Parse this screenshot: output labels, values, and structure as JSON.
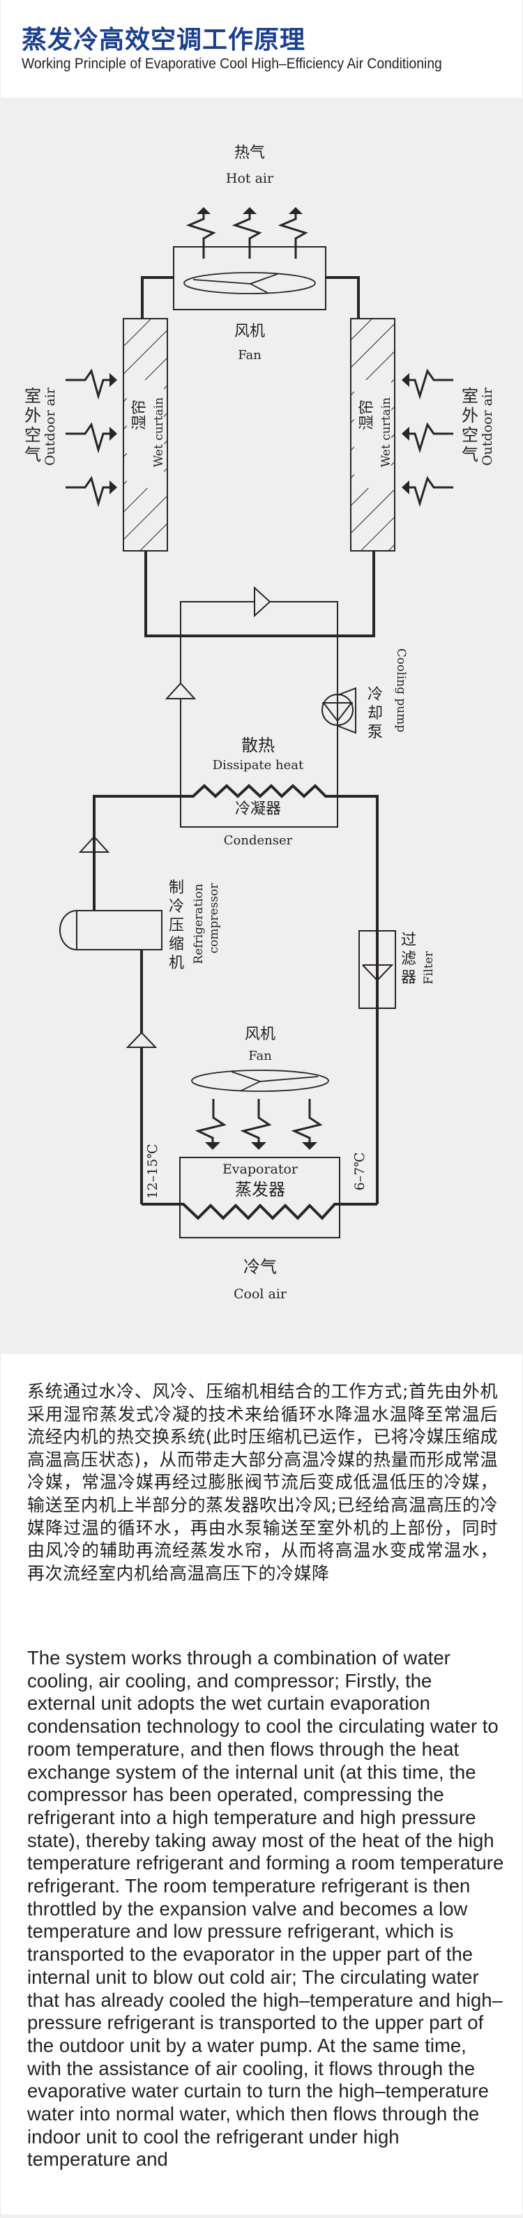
{
  "header": {
    "title_cn": "蒸发冷高效空调工作原理",
    "title_en": "Working Principle of Evaporative Cool High–Efficiency Air Conditioning",
    "title_color": "#1a3f8f"
  },
  "diagram": {
    "hot_air": {
      "cn": "热气",
      "en": "Hot air"
    },
    "top_fan": {
      "cn": "风机",
      "en": "Fan"
    },
    "outdoor_air_left": {
      "cn": "室外空气",
      "en": "Outdoor air"
    },
    "outdoor_air_right": {
      "cn": "室外空气",
      "en": "Outdoor air"
    },
    "wet_curtain_left": {
      "cn": "湿帘",
      "en": "Wet curtain"
    },
    "wet_curtain_right": {
      "cn": "湿帘",
      "en": "Wet curtain"
    },
    "cooling_pump": {
      "cn": "冷却泵",
      "en": "Cooling pump"
    },
    "dissipate_heat": {
      "cn": "散热",
      "en": "Dissipate heat"
    },
    "condenser": {
      "cn": "冷凝器",
      "en": "Condenser"
    },
    "compressor": {
      "cn": "制冷压缩机",
      "en_line1": "Refrigeration",
      "en_line2": "compressor"
    },
    "filter": {
      "cn": "过滤器",
      "en": "Filter"
    },
    "bottom_fan": {
      "cn": "风机",
      "en": "Fan"
    },
    "evaporator": {
      "cn": "蒸发器",
      "en": "Evaporator"
    },
    "temp_in": "12–15℃",
    "temp_out": "6–7℃",
    "cool_air": {
      "cn": "冷气",
      "en": "Cool air"
    }
  },
  "description": {
    "cn": "系统通过水冷、风冷、压缩机相结合的工作方式;首先由外机采用湿帘蒸发式冷凝的技术来给循环水降温水温降至常温后流经内机的热交换系统(此时压缩机已运作，已将冷媒压缩成高温高压状态)，从而带走大部分高温冷媒的热量而形成常温冷媒，常温冷媒再经过膨胀阀节流后变成低温低压的冷媒，输送至内机上半部分的蒸发器吹出冷风;已经给高温高压的冷媒降过温的循环水，再由水泵输送至室外机的上部份，同时由风冷的辅助再流经蒸发水帘，从而将高温水变成常温水，再次流经室内机给高温高压下的冷媒降",
    "en": "The system works through a combination of water cooling, air cooling, and compressor; Firstly, the external unit adopts the wet curtain evaporation condensation technology to cool the circulating water to room temperature, and then flows through the heat exchange system of the internal unit (at this time, the compressor has been operated, compressing the refrigerant into a high temperature and high pressure state), thereby taking away most of the heat of the high temperature refrigerant and forming a room temperature refrigerant. The room temperature refrigerant is then throttled by the expansion valve and becomes a low temperature and low pressure refrigerant, which is transported to the evaporator in the upper part of the internal unit to blow out cold air; The circulating water that has already cooled the high–temperature and high–pressure refrigerant is transported to the upper part of the outdoor unit by a water pump. At the same time, with the assistance of air cooling, it flows through the evaporative water curtain to turn the high–temperature water into normal water, which then flows through the indoor unit to cool the refrigerant under high temperature and"
  }
}
